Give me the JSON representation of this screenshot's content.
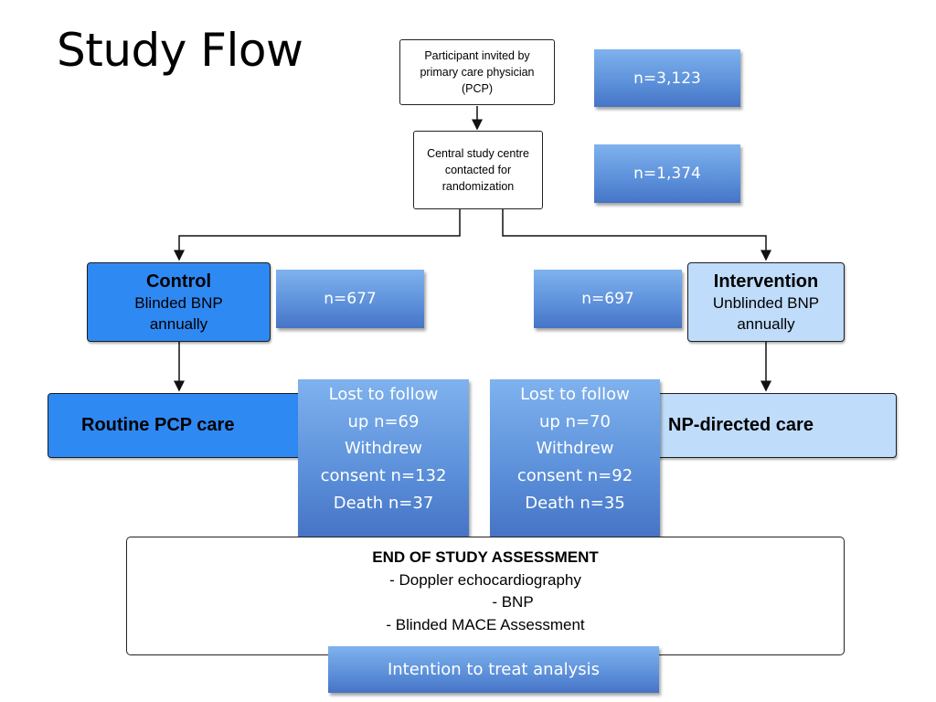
{
  "title": "Study Flow",
  "boxes": {
    "invited": "Participant invited by primary care physician (PCP)",
    "central": "Central study centre contacted for randomization",
    "n_invited": "n=3,123",
    "n_central": "n=1,374",
    "control": {
      "heading": "Control",
      "desc": "Blinded BNP annually"
    },
    "intervention": {
      "heading": "Intervention",
      "desc": "Unblinded BNP annually"
    },
    "n_control": "n=677",
    "n_intervention": "n=697",
    "routine_care": "Routine PCP care",
    "np_care": "NP-directed care",
    "control_losses": [
      "Lost to follow",
      "up n=69",
      "Withdrew",
      "consent n=132",
      "Death n=37"
    ],
    "intervention_losses": [
      "Lost to follow",
      "up n=70",
      "Withdrew",
      "consent n=92",
      "Death n=35"
    ]
  },
  "end_of_study": {
    "heading": "END OF STUDY ASSESSMENT",
    "items": [
      "-  Doppler echocardiography",
      "-  BNP",
      "-  Blinded MACE Assessment"
    ]
  },
  "itt": "Intention to treat analysis",
  "colors": {
    "control": "#2f89f2",
    "intervention": "#bfdcfa",
    "count_box": "#5b8fd9"
  }
}
